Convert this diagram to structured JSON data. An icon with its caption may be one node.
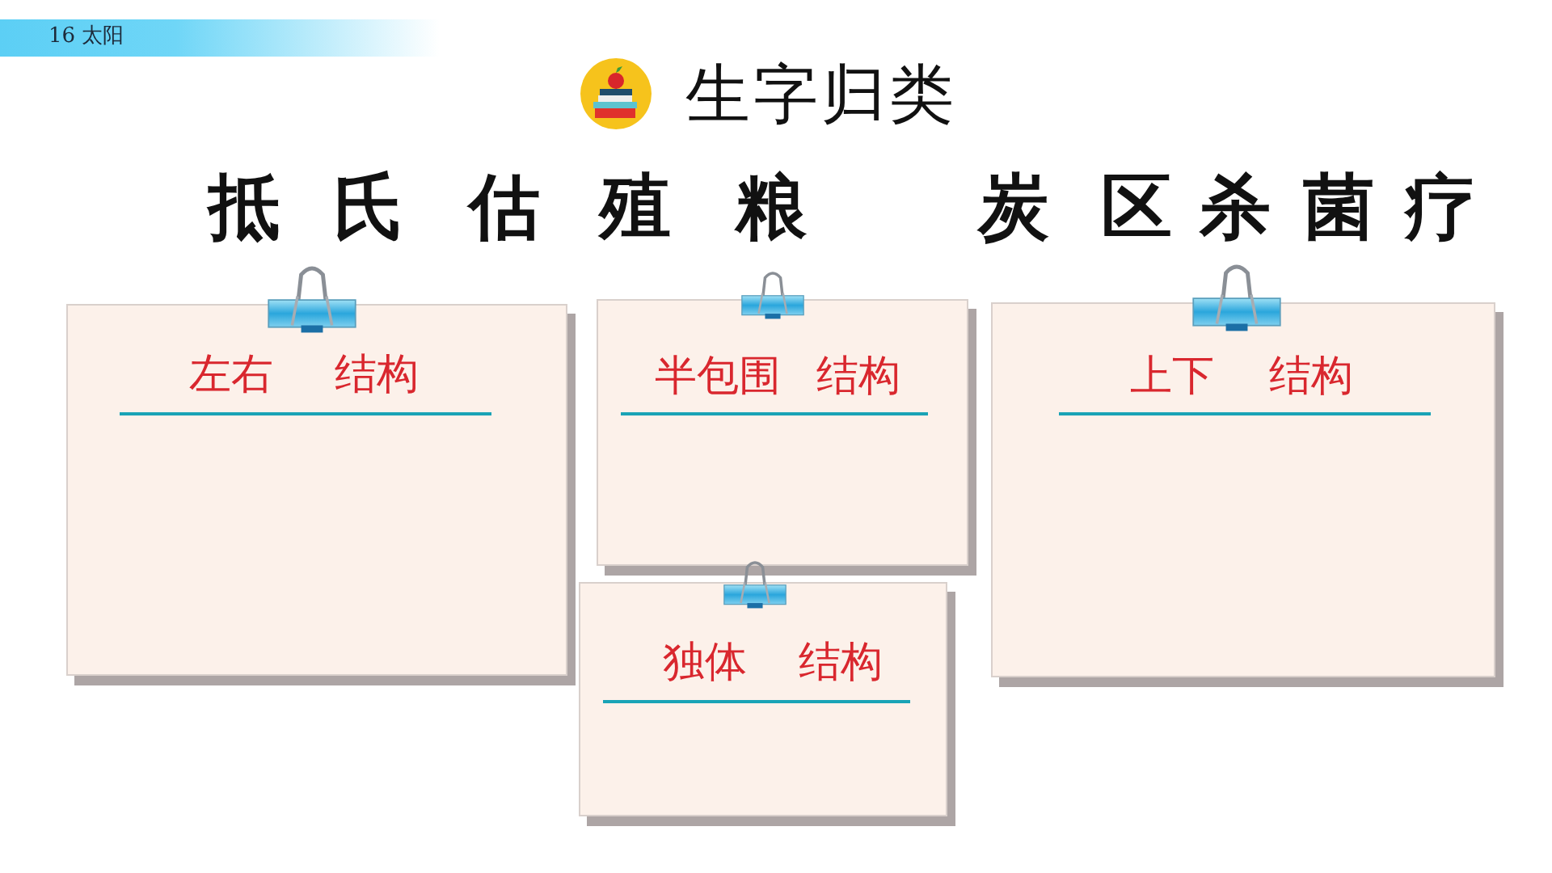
{
  "diagram": {
    "title": "生字归类",
    "nodes": [
      {
        "text": [
          "左右 结构"
        ]
      },
      {
        "text": [
          "半包围 结构"
        ]
      },
      {
        "text": [
          "独体 结构"
        ]
      },
      {
        "text": [
          "上下 结构"
        ]
      }
    ],
    "labels": [
      "16 太阳",
      "抵",
      "氏",
      "估",
      "殖",
      "粮",
      "炭",
      "区",
      "杀",
      "菌",
      "疗"
    ]
  }
}
